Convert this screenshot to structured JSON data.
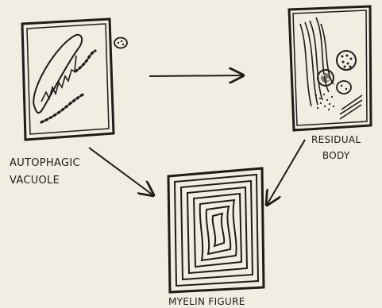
{
  "diagram": {
    "nodes": [
      {
        "id": "autophagic-vacuole",
        "label_lines": [
          "AUTOPHAGIC",
          "VACUOLE"
        ]
      },
      {
        "id": "residual-body",
        "label_lines": [
          "RESIDUAL",
          "BODY"
        ]
      },
      {
        "id": "myelin-figure",
        "label_lines": [
          "MYELIN FIGURE"
        ]
      }
    ],
    "edges": [
      {
        "from": "autophagic-vacuole",
        "to": "residual-body"
      },
      {
        "from": "autophagic-vacuole",
        "to": "myelin-figure"
      },
      {
        "from": "residual-body",
        "to": "myelin-figure"
      }
    ],
    "colors": {
      "ink": "#1e1c19",
      "paper": "#f1ede3"
    }
  }
}
